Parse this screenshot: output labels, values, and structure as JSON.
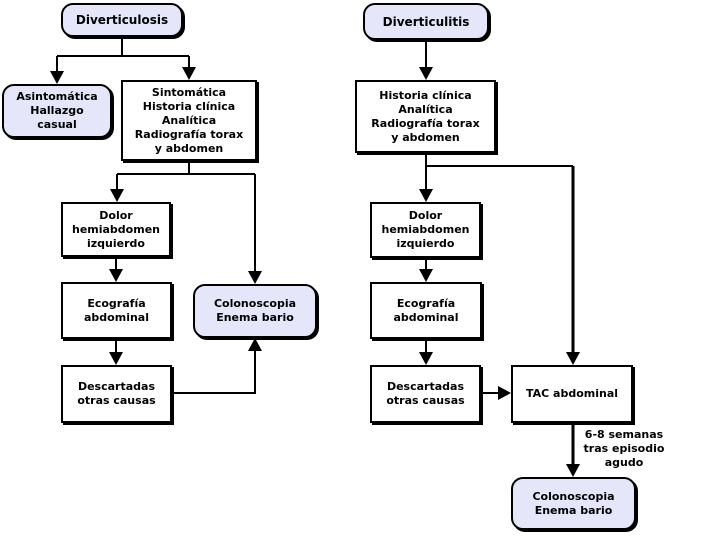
{
  "diagram": {
    "colors": {
      "terminal_fill": "#E6E6FA",
      "process_fill": "#FFFFFF",
      "line": "#000000",
      "background": "#FFFFFF"
    },
    "left": {
      "nodes": {
        "start": "Diverticulosis",
        "asymptomatic": "Asintomática\nHallazgo\ncasual",
        "symptomatic": "Sintomática\nHistoria clínica\nAnalítica\nRadiografía torax\ny abdomen",
        "pain": "Dolor\nhemiabdomen\nizquierdo",
        "ultrasound": "Ecografía\nabdominal",
        "colonoscopy": "Colonoscopia\nEnema bario",
        "ruled_out": "Descartadas\notras causas"
      }
    },
    "right": {
      "nodes": {
        "start": "Diverticulitis",
        "workup": "Historia clínica\nAnalítica\nRadiografía torax\ny abdomen",
        "pain": "Dolor\nhemiabdomen\nizquierdo",
        "ultrasound": "Ecografía\nabdominal",
        "ruled_out": "Descartadas\notras causas",
        "ct": "TAC abdominal",
        "colonoscopy": "Colonoscopia\nEnema bario"
      },
      "edge_label": "6-8 semanas\ntras episodio\nagudo"
    }
  }
}
